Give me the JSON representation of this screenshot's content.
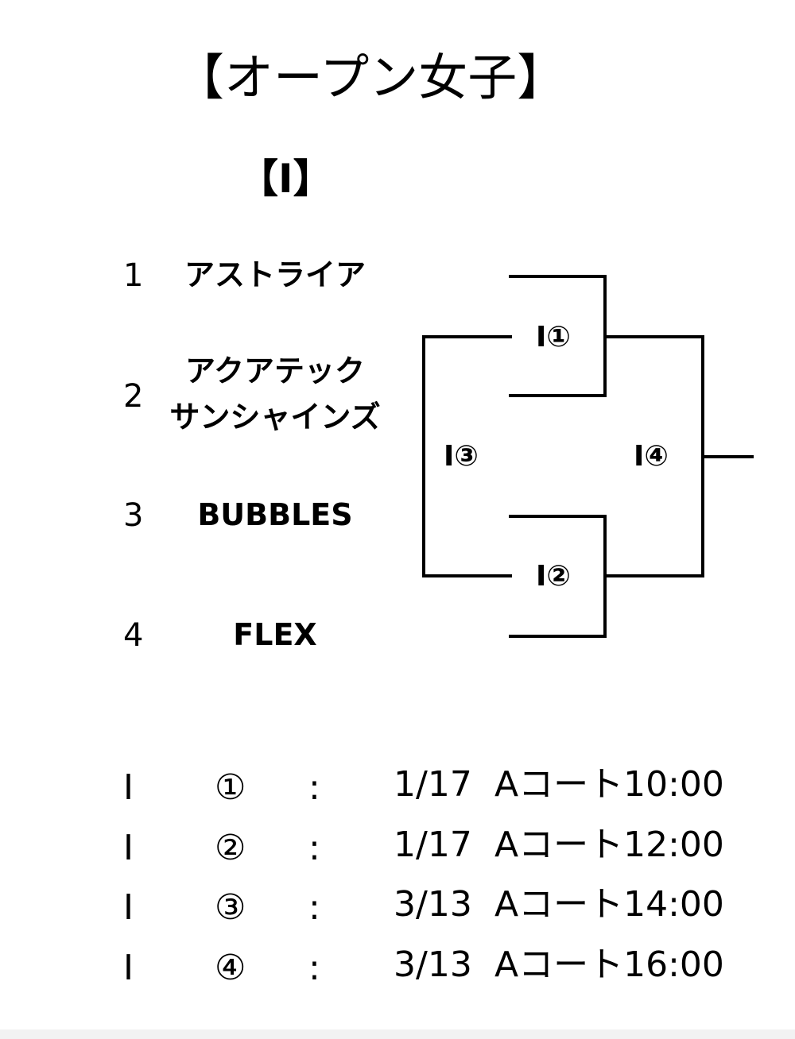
{
  "title": "【オープン女子】",
  "section": "【I】",
  "teams": [
    {
      "seed": "1",
      "name": "アストライア"
    },
    {
      "seed": "2",
      "name_line1": "アクアテック",
      "name_line2": "サンシャインズ"
    },
    {
      "seed": "3",
      "name": "BUBBLES"
    },
    {
      "seed": "4",
      "name": "FLEX"
    }
  ],
  "matches": {
    "m1": "I①",
    "m2": "I②",
    "m3": "I③",
    "m4": "I④"
  },
  "schedule": [
    {
      "block": "I",
      "num": "①",
      "sep": ":",
      "date": "1/17",
      "info": "Aコート10:00"
    },
    {
      "block": "I",
      "num": "②",
      "sep": ":",
      "date": "1/17",
      "info": "Aコート12:00"
    },
    {
      "block": "I",
      "num": "③",
      "sep": ":",
      "date": "3/13",
      "info": "Aコート14:00"
    },
    {
      "block": "I",
      "num": "④",
      "sep": ":",
      "date": "3/13",
      "info": "Aコート16:00"
    }
  ]
}
